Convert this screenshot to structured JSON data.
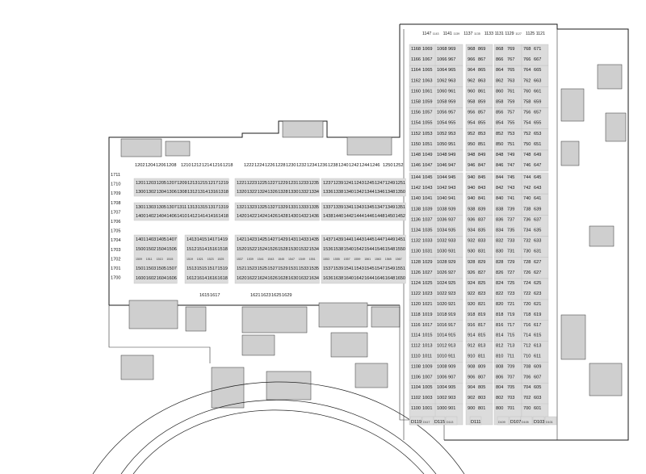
{
  "top_row": [
    "1147",
    "1143",
    "1141",
    "1139",
    "1137",
    "1135",
    "1133",
    "1131",
    "1129",
    "1127",
    "1125",
    "1121"
  ],
  "top_row_small": [
    "1143",
    "1139",
    "1135",
    "1127"
  ],
  "row_1202": [
    "1202",
    "1204",
    "1206",
    "1208"
  ],
  "row_1210": [
    "1210",
    "1212",
    "1214",
    "1216",
    "1218"
  ],
  "row_1222": [
    "1222",
    "1224",
    "1226",
    "1228",
    "1230",
    "1232",
    "1234",
    "1236",
    "1238",
    "1240",
    "1242",
    "1244",
    "1246"
  ],
  "row_1250": [
    "1250",
    "1252"
  ],
  "left_edge": [
    "1711",
    "1710",
    "1709",
    "1708",
    "1707",
    "1706",
    "1705",
    "1704",
    "1703",
    "1702",
    "1701",
    "1700"
  ],
  "block_a": [
    [
      "1201",
      "1203",
      "1205",
      "1207",
      "1209",
      "1213",
      "1215",
      "1217",
      "1219"
    ],
    [
      "1300",
      "1302",
      "1304",
      "1306",
      "1308",
      "1312",
      "1314",
      "1316",
      "1318"
    ],
    [
      "1301",
      "1303",
      "1305",
      "1307",
      "1311",
      "1313",
      "1315",
      "1317",
      "1319"
    ],
    [
      "1400",
      "1402",
      "1404",
      "1406",
      "1410",
      "1412",
      "1414",
      "1416",
      "1418"
    ]
  ],
  "block_b": [
    [
      "1221",
      "1223",
      "1225",
      "1227",
      "1229",
      "1231",
      "1233",
      "1235"
    ],
    [
      "1320",
      "1322",
      "1324",
      "1326",
      "1328",
      "1330",
      "1332",
      "1334"
    ],
    [
      "1321",
      "1323",
      "1325",
      "1327",
      "1329",
      "1331",
      "1333",
      "1335"
    ],
    [
      "1420",
      "1422",
      "1424",
      "1426",
      "1428",
      "1430",
      "1432",
      "1436"
    ]
  ],
  "block_c": [
    [
      "1237",
      "1239",
      "1241",
      "1243",
      "1245",
      "1247",
      "1249",
      "1251"
    ],
    [
      "1336",
      "1338",
      "1340",
      "1342",
      "1344",
      "1346",
      "1348",
      "1350"
    ],
    [
      "1337",
      "1339",
      "1341",
      "1343",
      "1345",
      "1347",
      "1349",
      "1351"
    ],
    [
      "1438",
      "1440",
      "1442",
      "1444",
      "1446",
      "1448",
      "1450",
      "1452"
    ]
  ],
  "block_d_left": [
    [
      "1401",
      "1403",
      "1405",
      "1407"
    ],
    [
      "1500",
      "1502",
      "1504",
      "1506"
    ],
    [
      "1509",
      "1511",
      "1513",
      "1515"
    ],
    [
      "1501",
      "1503",
      "1505",
      "1507"
    ],
    [
      "1600",
      "1602",
      "1604",
      "1606"
    ]
  ],
  "block_d_mid": [
    [
      "1413",
      "1415",
      "1417",
      "1419"
    ],
    [
      "1512",
      "1514",
      "1516",
      "1518"
    ],
    [
      "1519",
      "1521",
      "1523",
      "1525"
    ],
    [
      "1513",
      "1515",
      "1517",
      "1519"
    ],
    [
      "1612",
      "1614",
      "1616",
      "1618"
    ]
  ],
  "block_e": [
    [
      "1421",
      "1423",
      "1425",
      "1427",
      "1429",
      "1431",
      "1433",
      "1435"
    ],
    [
      "1520",
      "1522",
      "1524",
      "1526",
      "1528",
      "1530",
      "1532",
      "1534"
    ],
    [
      "1537",
      "1539",
      "1541",
      "1543",
      "1545",
      "1547",
      "1549",
      "1551"
    ],
    [
      "1521",
      "1523",
      "1525",
      "1527",
      "1529",
      "1531",
      "1533",
      "1535"
    ],
    [
      "1620",
      "1622",
      "1624",
      "1626",
      "1628",
      "1630",
      "1632",
      "1634"
    ]
  ],
  "block_f": [
    [
      "1437",
      "1439",
      "1441",
      "1443",
      "1445",
      "1447",
      "1449",
      "1451"
    ],
    [
      "1536",
      "1538",
      "1540",
      "1542",
      "1544",
      "1546",
      "1548",
      "1550"
    ],
    [
      "1553",
      "1555",
      "1557",
      "1559",
      "1561",
      "1563",
      "1565",
      "1567"
    ],
    [
      "1537",
      "1539",
      "1541",
      "1543",
      "1545",
      "1547",
      "1549",
      "1551"
    ],
    [
      "1636",
      "1638",
      "1640",
      "1642",
      "1644",
      "1646",
      "1648",
      "1650"
    ]
  ],
  "row_1615": [
    "1615",
    "1617"
  ],
  "row_1621": [
    "1621",
    "1623",
    "1625",
    "1629"
  ],
  "col_1100": [
    [
      "1168",
      "1069"
    ],
    [
      "1166",
      "1067"
    ],
    [
      "1164",
      "1065"
    ],
    [
      "1162",
      "1063"
    ],
    [
      "1160",
      "1061"
    ],
    [
      "1158",
      "1059"
    ],
    [
      "1156",
      "1057"
    ],
    [
      "1154",
      "1055"
    ],
    [
      "1152",
      "1053"
    ],
    [
      "1150",
      "1051"
    ],
    [
      "1148",
      "1049"
    ],
    [
      "1146",
      "1047"
    ],
    [
      "1144",
      "1045"
    ],
    [
      "1142",
      "1043"
    ],
    [
      "1140",
      "1041"
    ],
    [
      "1138",
      "1039"
    ],
    [
      "1136",
      "1037"
    ],
    [
      "1134",
      "1035"
    ],
    [
      "1132",
      "1033"
    ],
    [
      "1130",
      "1031"
    ],
    [
      "1128",
      "1029"
    ],
    [
      "1126",
      "1027"
    ],
    [
      "1124",
      "1025"
    ],
    [
      "1122",
      "1023"
    ],
    [
      "1120",
      "1021"
    ],
    [
      "1118",
      "1019"
    ],
    [
      "1116",
      "1017"
    ],
    [
      "1114",
      "1015"
    ],
    [
      "1112",
      "1013"
    ],
    [
      "1110",
      "1011"
    ],
    [
      "1108",
      "1009"
    ],
    [
      "1106",
      "1007"
    ],
    [
      "1104",
      "1005"
    ],
    [
      "1102",
      "1003"
    ],
    [
      "1100",
      "1001"
    ]
  ],
  "col_1000": [
    [
      "1068",
      "969"
    ],
    [
      "1066",
      "967"
    ],
    [
      "1064",
      "965"
    ],
    [
      "1062",
      "963"
    ],
    [
      "1060",
      "961"
    ],
    [
      "1058",
      "959"
    ],
    [
      "1056",
      "957"
    ],
    [
      "1054",
      "955"
    ],
    [
      "1052",
      "953"
    ],
    [
      "1050",
      "951"
    ],
    [
      "1048",
      "949"
    ],
    [
      "1046",
      "947"
    ],
    [
      "1044",
      "945"
    ],
    [
      "1042",
      "943"
    ],
    [
      "1040",
      "941"
    ],
    [
      "1038",
      "939"
    ],
    [
      "1036",
      "937"
    ],
    [
      "1034",
      "935"
    ],
    [
      "1032",
      "933"
    ],
    [
      "1030",
      "931"
    ],
    [
      "1028",
      "929"
    ],
    [
      "1026",
      "927"
    ],
    [
      "1024",
      "925"
    ],
    [
      "1022",
      "923"
    ],
    [
      "1020",
      "921"
    ],
    [
      "1018",
      "919"
    ],
    [
      "1016",
      "917"
    ],
    [
      "1014",
      "915"
    ],
    [
      "1012",
      "913"
    ],
    [
      "1010",
      "911"
    ],
    [
      "1008",
      "909"
    ],
    [
      "1006",
      "907"
    ],
    [
      "1004",
      "905"
    ],
    [
      "1002",
      "903"
    ],
    [
      "1000",
      "901"
    ]
  ],
  "col_900": [
    [
      "968",
      "869"
    ],
    [
      "966",
      "867"
    ],
    [
      "964",
      "865"
    ],
    [
      "962",
      "863"
    ],
    [
      "960",
      "861"
    ],
    [
      "958",
      "859"
    ],
    [
      "956",
      "857"
    ],
    [
      "954",
      "855"
    ],
    [
      "952",
      "853"
    ],
    [
      "950",
      "851"
    ],
    [
      "948",
      "849"
    ],
    [
      "946",
      "847"
    ],
    [
      "940",
      "845"
    ],
    [
      "940",
      "843"
    ],
    [
      "940",
      "841"
    ],
    [
      "938",
      "839"
    ],
    [
      "936",
      "837"
    ],
    [
      "934",
      "835"
    ],
    [
      "932",
      "833"
    ],
    [
      "930",
      "831"
    ],
    [
      "928",
      "829"
    ],
    [
      "926",
      "827"
    ],
    [
      "924",
      "825"
    ],
    [
      "922",
      "823"
    ],
    [
      "920",
      "821"
    ],
    [
      "918",
      "819"
    ],
    [
      "916",
      "817"
    ],
    [
      "914",
      "815"
    ],
    [
      "912",
      "813"
    ],
    [
      "910",
      "811"
    ],
    [
      "908",
      "809"
    ],
    [
      "906",
      "807"
    ],
    [
      "904",
      "805"
    ],
    [
      "902",
      "803"
    ],
    [
      "900",
      "801"
    ]
  ],
  "col_800": [
    [
      "868",
      "769"
    ],
    [
      "866",
      "767"
    ],
    [
      "864",
      "765"
    ],
    [
      "862",
      "763"
    ],
    [
      "860",
      "761"
    ],
    [
      "858",
      "759"
    ],
    [
      "856",
      "757"
    ],
    [
      "854",
      "755"
    ],
    [
      "852",
      "753"
    ],
    [
      "850",
      "751"
    ],
    [
      "848",
      "749"
    ],
    [
      "846",
      "747"
    ],
    [
      "844",
      "745"
    ],
    [
      "842",
      "743"
    ],
    [
      "840",
      "741"
    ],
    [
      "838",
      "739"
    ],
    [
      "836",
      "737"
    ],
    [
      "834",
      "735"
    ],
    [
      "832",
      "733"
    ],
    [
      "830",
      "731"
    ],
    [
      "828",
      "729"
    ],
    [
      "826",
      "727"
    ],
    [
      "824",
      "725"
    ],
    [
      "822",
      "723"
    ],
    [
      "820",
      "721"
    ],
    [
      "818",
      "719"
    ],
    [
      "816",
      "717"
    ],
    [
      "814",
      "715"
    ],
    [
      "812",
      "713"
    ],
    [
      "810",
      "711"
    ],
    [
      "808",
      "709"
    ],
    [
      "806",
      "707"
    ],
    [
      "804",
      "705"
    ],
    [
      "802",
      "703"
    ],
    [
      "800",
      "701"
    ]
  ],
  "col_700": [
    [
      "768",
      "671"
    ],
    [
      "766",
      "667"
    ],
    [
      "764",
      "665"
    ],
    [
      "762",
      "663"
    ],
    [
      "760",
      "661"
    ],
    [
      "758",
      "659"
    ],
    [
      "756",
      "657"
    ],
    [
      "754",
      "655"
    ],
    [
      "752",
      "653"
    ],
    [
      "750",
      "651"
    ],
    [
      "748",
      "649"
    ],
    [
      "746",
      "647"
    ],
    [
      "744",
      "645"
    ],
    [
      "742",
      "643"
    ],
    [
      "740",
      "641"
    ],
    [
      "738",
      "639"
    ],
    [
      "736",
      "637"
    ],
    [
      "734",
      "635"
    ],
    [
      "732",
      "633"
    ],
    [
      "730",
      "631"
    ],
    [
      "728",
      "627"
    ],
    [
      "726",
      "627"
    ],
    [
      "724",
      "625"
    ],
    [
      "722",
      "623"
    ],
    [
      "720",
      "621"
    ],
    [
      "718",
      "619"
    ],
    [
      "716",
      "617"
    ],
    [
      "714",
      "615"
    ],
    [
      "712",
      "613"
    ],
    [
      "710",
      "611"
    ],
    [
      "708",
      "609"
    ],
    [
      "706",
      "607"
    ],
    [
      "704",
      "605"
    ],
    [
      "702",
      "603"
    ],
    [
      "700",
      "601"
    ]
  ],
  "bottom_row": [
    "D119",
    "D117",
    "D115",
    "D113",
    "D111",
    "D109",
    "D107",
    "D105",
    "D103",
    "D101"
  ]
}
